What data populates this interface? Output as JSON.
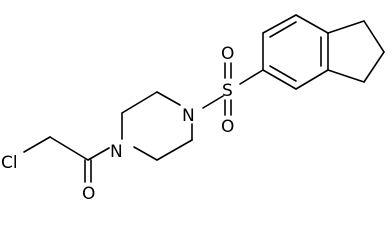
{
  "molecule": {
    "atoms": {
      "chlorine": "Cl",
      "carbonyl_oxygen": "O",
      "piperazine_n_acyl": "N",
      "piperazine_n_sulfonyl": "N",
      "sulfur": "S",
      "sulfonyl_oxygen_top": "O",
      "sulfonyl_oxygen_bottom": "O"
    }
  },
  "colors": {
    "bond": "#000000",
    "label": "#000000",
    "background": "#ffffff"
  }
}
